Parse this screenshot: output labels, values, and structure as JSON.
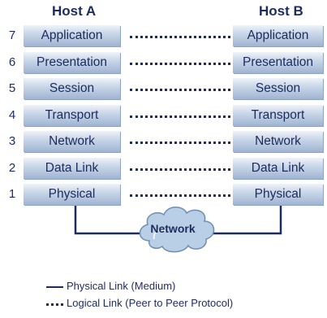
{
  "host_a": {
    "title": "Host A"
  },
  "host_b": {
    "title": "Host B"
  },
  "layers": [
    {
      "number": "7",
      "name": "Application"
    },
    {
      "number": "6",
      "name": "Presentation"
    },
    {
      "number": "5",
      "name": "Session"
    },
    {
      "number": "4",
      "name": "Transport"
    },
    {
      "number": "3",
      "name": "Network"
    },
    {
      "number": "2",
      "name": "Data Link"
    },
    {
      "number": "1",
      "name": "Physical"
    }
  ],
  "network": {
    "label": "Network"
  },
  "legend": {
    "physical_link": "Physical Link (Medium)",
    "logical_link": "Logical Link (Peer to Peer Protocol)"
  },
  "colors": {
    "text": "#1d2b5e",
    "layer_top": "#eef3f9",
    "layer_bottom": "#9fb4d2",
    "cloud": "#b8cfe6"
  }
}
